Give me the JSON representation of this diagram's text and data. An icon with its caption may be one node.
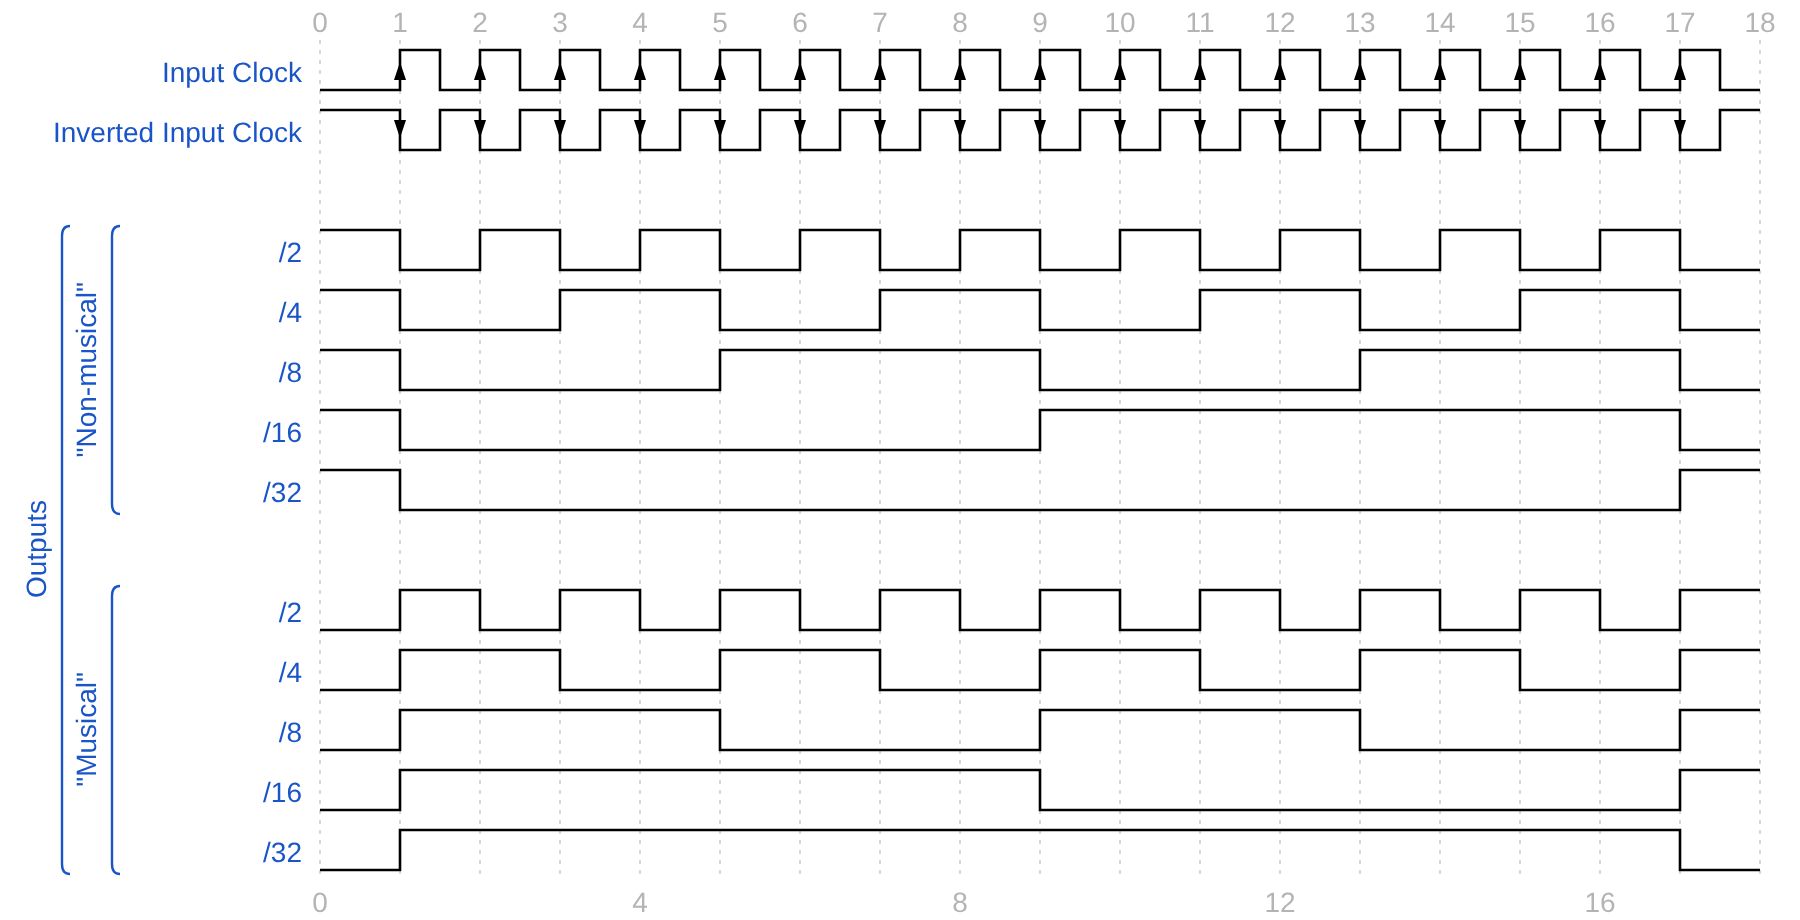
{
  "diagram": {
    "labels": [
      "0",
      "1",
      "2",
      "3",
      "4",
      "5",
      "6",
      "7",
      "8",
      "9",
      "10",
      "11",
      "12",
      "13",
      "14",
      "15",
      "16",
      "17",
      "18",
      "Input Clock",
      "Inverted Input Clock",
      "Outputs",
      "\"Non-musical\"",
      "/2",
      "/4",
      "/8",
      "/16",
      "/32",
      "\"Musical\"",
      "/2",
      "/4",
      "/8",
      "/16",
      "/32",
      "0",
      "4",
      "8",
      "12",
      "16"
    ]
  }
}
